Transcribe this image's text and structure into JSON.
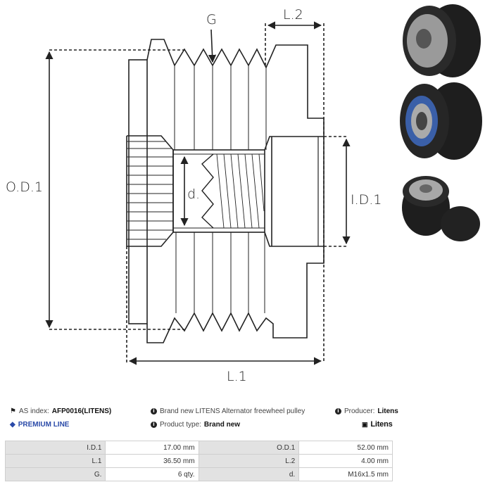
{
  "diagram": {
    "labels": {
      "groove": "G",
      "l2": "L.2",
      "od1": "O.D.1",
      "id1": "I.D.1",
      "d": "d.",
      "l1": "L.1"
    }
  },
  "photos": [
    {
      "name": "pulley-front-view",
      "description": "Pulley front face with splined hub"
    },
    {
      "name": "pulley-rear-view",
      "description": "Pulley rear with blue bearing seal"
    },
    {
      "name": "pulley-with-cap",
      "description": "Pulley with black dust cap"
    }
  ],
  "info": {
    "as_index_label": "AS index:",
    "as_index_value": "AFP0016(LITENS)",
    "premium_line": "PREMIUM LINE",
    "description": "Brand new LITENS Alternator freewheel pulley",
    "product_type_label": "Product type:",
    "product_type_value": "Brand new",
    "producer_label": "Producer:",
    "producer_value": "Litens",
    "brand_logo": "Litens",
    "icons": {
      "tags": "tags-icon",
      "diamond": "diamond-icon",
      "info": "info-icon"
    },
    "colors": {
      "premium": "#2a4aa8"
    }
  },
  "specs": {
    "rows": [
      [
        {
          "label": "I.D.1",
          "value": "17.00 mm"
        },
        {
          "label": "O.D.1",
          "value": "52.00 mm"
        }
      ],
      [
        {
          "label": "L.1",
          "value": "36.50 mm"
        },
        {
          "label": "L.2",
          "value": "4.00 mm"
        }
      ],
      [
        {
          "label": "G.",
          "value": "6 qty."
        },
        {
          "label": "d.",
          "value": "M16x1.5 mm"
        }
      ]
    ]
  }
}
